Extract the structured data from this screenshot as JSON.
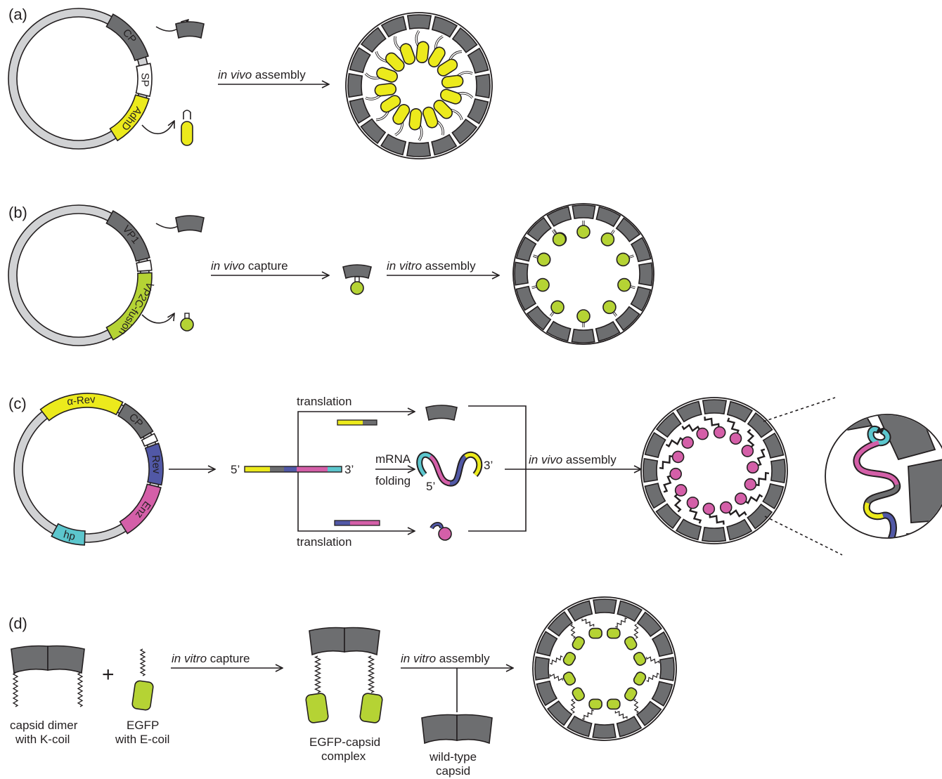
{
  "panels": {
    "a": {
      "label": "(a)",
      "plasmid": [
        "CP",
        "SP",
        "AdhD"
      ],
      "arrow1_label_italic": "in vivo",
      "arrow1_label_rest": " assembly"
    },
    "b": {
      "label": "(b)",
      "plasmid": [
        "VP1",
        "VP2C-fusion"
      ],
      "arrow1_label_italic": "in vivo",
      "arrow1_label_rest": " capture",
      "arrow2_label_italic": "in vitro",
      "arrow2_label_rest": " assembly"
    },
    "c": {
      "label": "(c)",
      "plasmid": [
        "α-Rev",
        "CP",
        "Rev",
        "Enz",
        "hp"
      ],
      "translation_top": "translation",
      "translation_bottom": "translation",
      "five_prime": "5’",
      "three_prime": "3’",
      "mrna": "mRNA",
      "folding": "folding",
      "arrow_label_italic": "in vivo",
      "arrow_label_rest": " assembly"
    },
    "d": {
      "label": "(d)",
      "plus": "+",
      "dimer_label": [
        "capsid dimer",
        "with K-coil"
      ],
      "egfp_label": [
        "EGFP",
        "with E-coil"
      ],
      "arrow1_label_italic": "in vitro",
      "arrow1_label_rest": " capture",
      "complex_label": [
        "EGFP-capsid",
        "complex"
      ],
      "arrow2_label_italic": "in vitro",
      "arrow2_label_rest": " assembly",
      "wildtype_label": [
        "wild-type",
        "capsid"
      ]
    }
  },
  "colors": {
    "capsid": "#6d6e70",
    "plasmid": "#d1d2d4",
    "yellow": "#ecea1c",
    "green": "#b5d334",
    "pink": "#d45fa8",
    "blue": "#5158a6",
    "cyan": "#5cc6cd",
    "ink": "#231f20"
  }
}
